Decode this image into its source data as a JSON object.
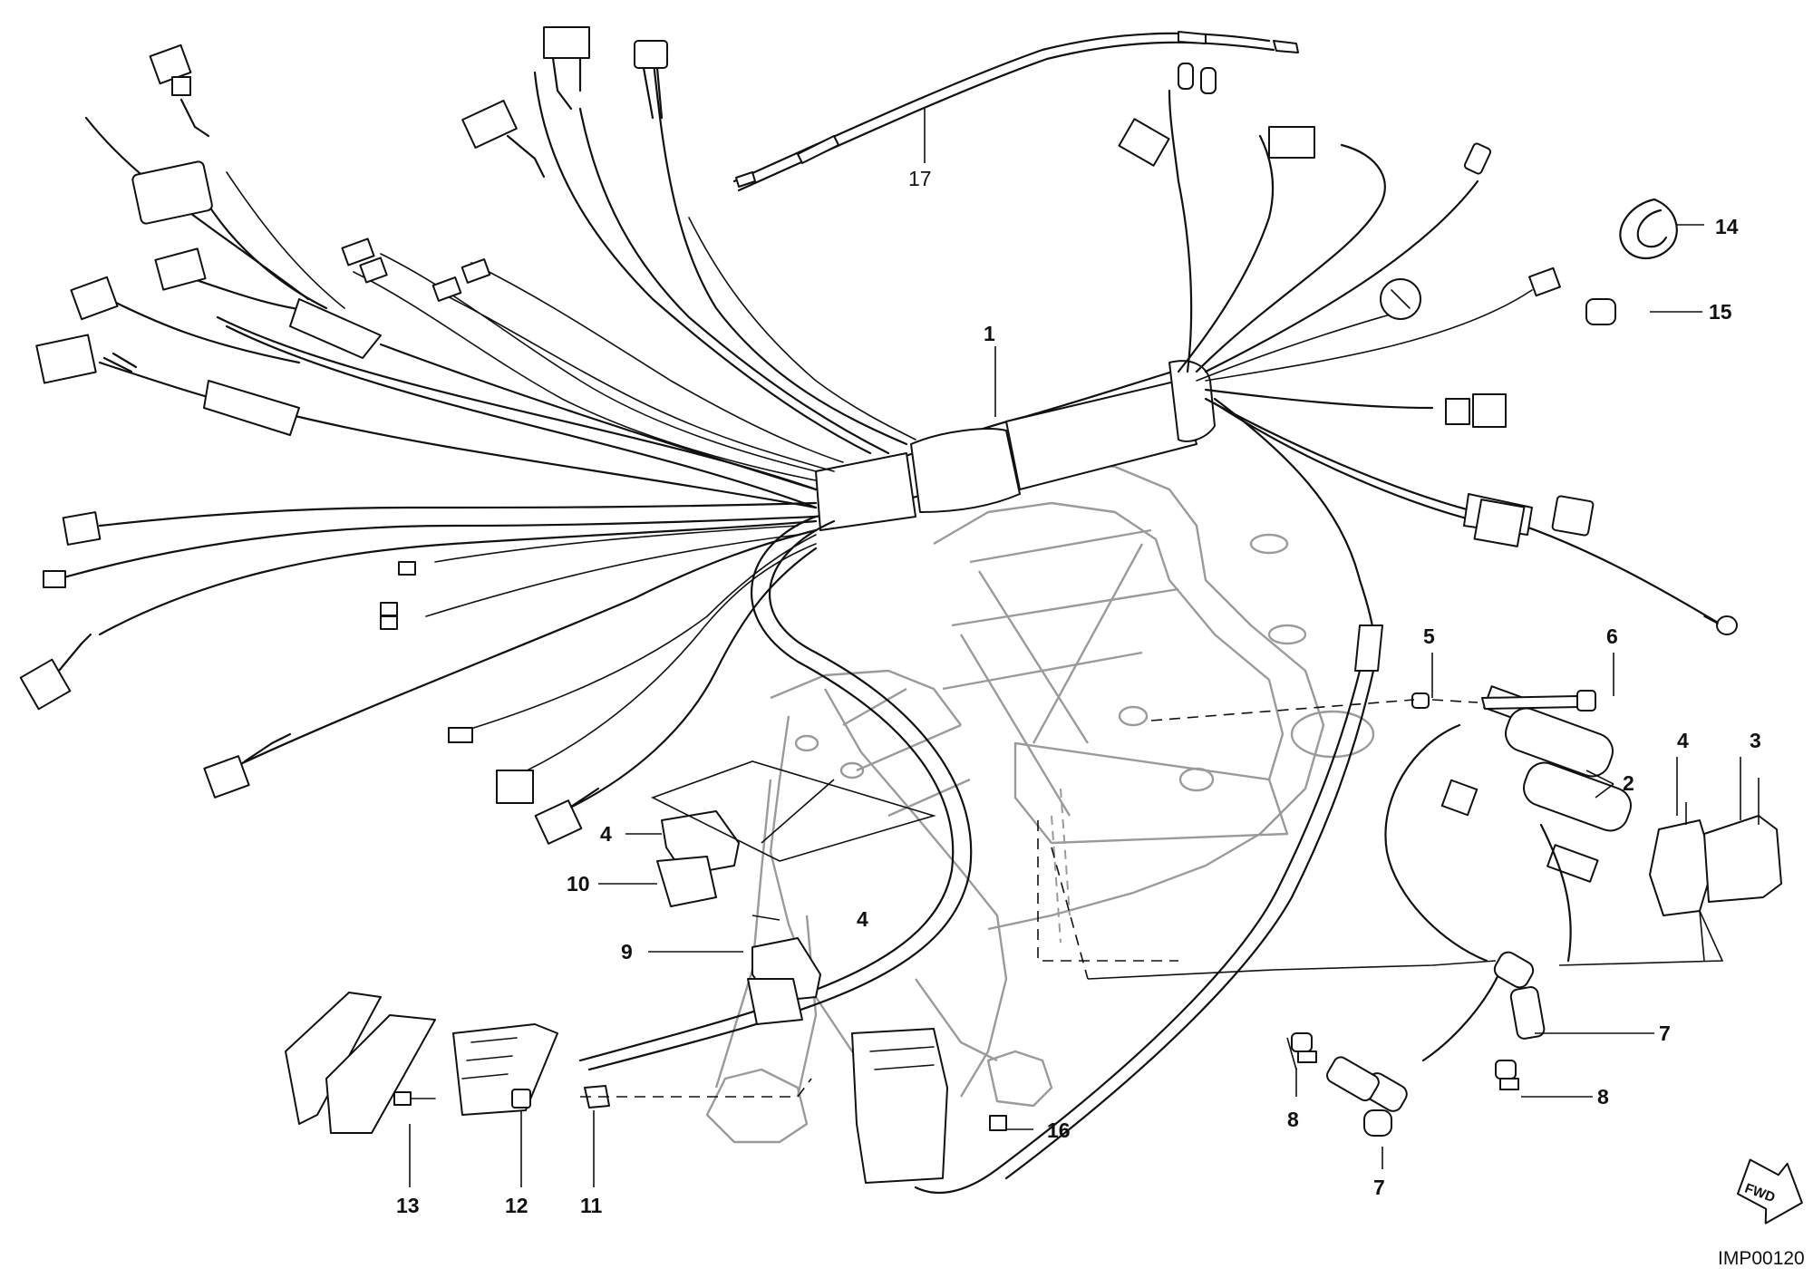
{
  "callouts": {
    "c1": "1",
    "c2": "2",
    "c3": "3",
    "c4a": "4",
    "c4b": "4",
    "c4c": "4",
    "c5": "5",
    "c6": "6",
    "c7a": "7",
    "c7b": "7",
    "c8a": "8",
    "c8b": "8",
    "c9": "9",
    "c10": "10",
    "c11": "11",
    "c12": "12",
    "c13": "13",
    "c14": "14",
    "c15": "15",
    "c16": "16",
    "c17": "17"
  },
  "fwd_label": "FWD",
  "image_code": "IMP00120"
}
